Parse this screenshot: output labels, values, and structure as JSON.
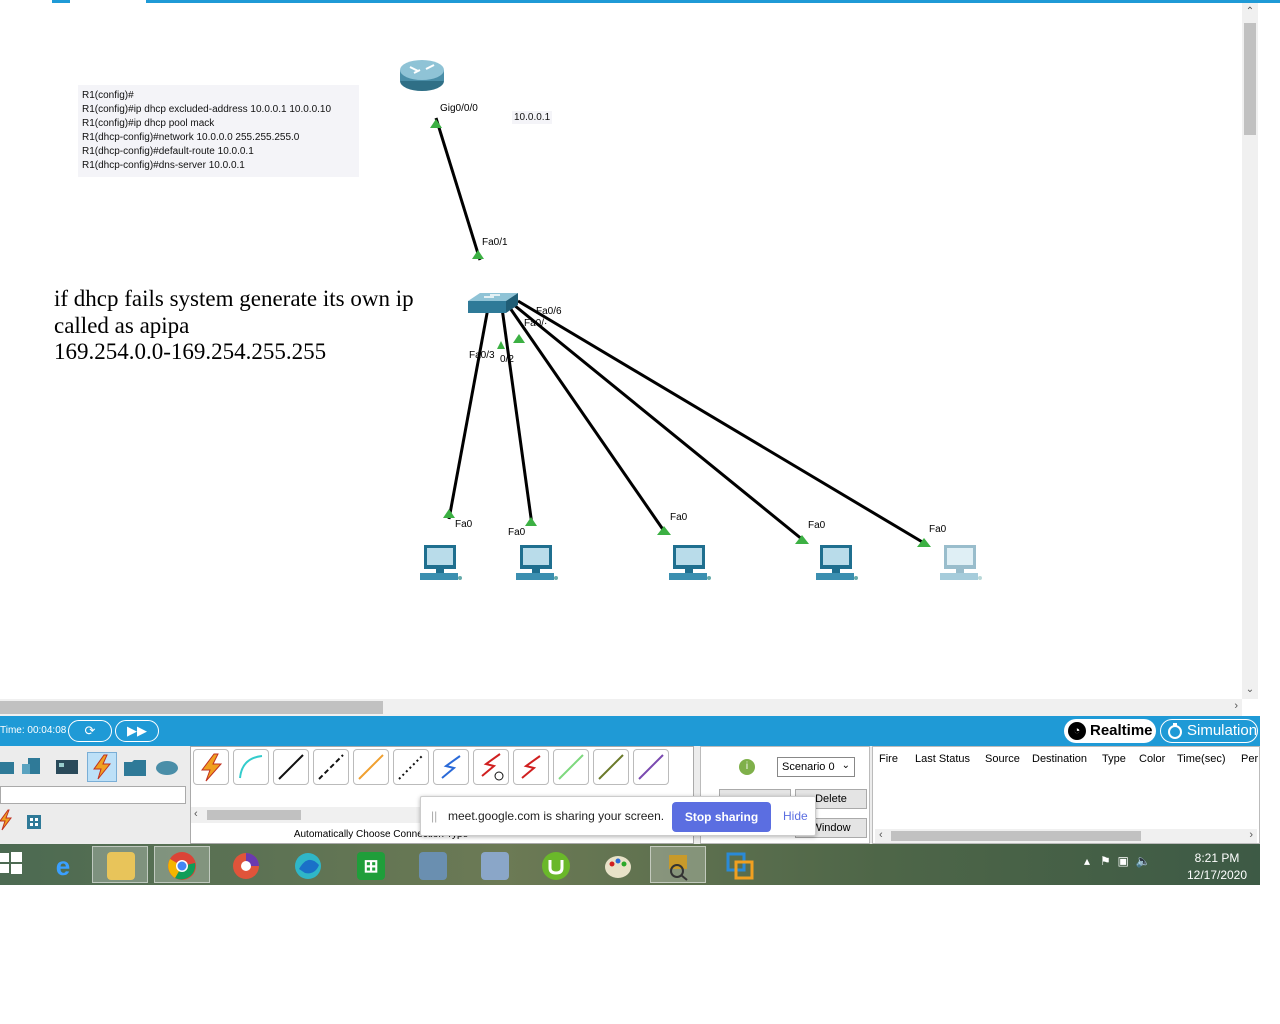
{
  "cli_note": {
    "lines": [
      "R1(config)#",
      "R1(config)#ip dhcp excluded-address 10.0.0.1 10.0.0.10",
      "R1(config)#ip dhcp pool mack",
      "R1(dhcp-config)#network 10.0.0.0 255.255.255.0",
      "R1(dhcp-config)#default-route 10.0.0.1",
      "R1(dhcp-config)#dns-server 10.0.0.1"
    ]
  },
  "router_ip_label": "10.0.0.1",
  "hand_note": {
    "lines": [
      "if dhcp fails system generate its own ip",
      "called as apipa",
      "169.254.0.0-169.254.255.255"
    ]
  },
  "ports": {
    "router_gig": "Gig0/0/0",
    "switch_fa01": "Fa0/1",
    "switch_fa06": "Fa0/6",
    "switch_fa0x_partial": "Fa0/·",
    "switch_fa03": "Fa0/3",
    "switch_fa02_partial": "0/2",
    "pc1_fa0": "Fa0",
    "pc2_fa0": "Fa0",
    "pc3_fa0": "Fa0",
    "pc4_fa0": "Fa0",
    "pc5_fa0": "Fa0"
  },
  "timebar": {
    "time": "Time: 00:04:08",
    "realtime_label": "Realtime",
    "simulation_label": "Simulation"
  },
  "connections": {
    "caption": "Automatically Choose Connection Type"
  },
  "scenario": {
    "selected": "Scenario 0",
    "delete_label": "Delete",
    "window_label": "Window"
  },
  "pdu_table": {
    "headers": [
      "Fire",
      "Last Status",
      "Source",
      "Destination",
      "Type",
      "Color",
      "Time(sec)",
      "Per"
    ]
  },
  "share_bar": {
    "message": "meet.google.com is sharing your screen.",
    "stop_label": "Stop sharing",
    "hide_label": "Hide"
  },
  "taskbar": {
    "time": "8:21 PM",
    "date": "12/17/2020"
  },
  "colors": {
    "accent": "#1f9ad6",
    "link_up": "#3cb043",
    "stop_button": "#5b6ee1"
  }
}
